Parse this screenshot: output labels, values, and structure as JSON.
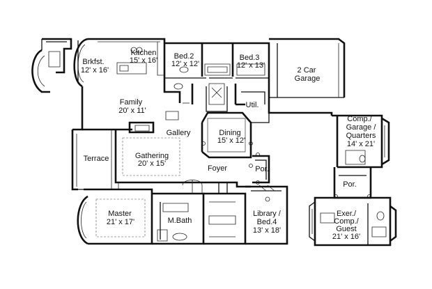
{
  "rooms": {
    "brkfst": {
      "name": "Brkfst.",
      "size": "12' x 16'"
    },
    "kitchen": {
      "name": "Kitchen",
      "size": "15' x 16'"
    },
    "bed2": {
      "name": "Bed.2",
      "size": "12' x 12'"
    },
    "bed3": {
      "name": "Bed.3",
      "size": "12' x 13'"
    },
    "garage": {
      "name": "2 Car",
      "name2": "Garage"
    },
    "family": {
      "name": "Family",
      "size": "20' x 11'"
    },
    "util": {
      "name": "Util."
    },
    "gallery": {
      "name": "Gallery"
    },
    "dining": {
      "name": "Dining",
      "size": "15' x 12'"
    },
    "comp_garage": {
      "line1": "Comp./",
      "line2": "Garage /",
      "line3": "Quarters",
      "size": "14' x 21'"
    },
    "terrace": {
      "name": "Terrace"
    },
    "gathering": {
      "name": "Gathering",
      "size": "20' x 15'"
    },
    "foyer": {
      "name": "Foyer"
    },
    "por1": {
      "name": "Por."
    },
    "por2": {
      "name": "Por."
    },
    "master": {
      "name": "Master",
      "size": "21' x 17'"
    },
    "mbath": {
      "name": "M.Bath"
    },
    "library": {
      "line1": "Library /",
      "line2": "Bed.4",
      "size": "13' x 18'"
    },
    "exer": {
      "line1": "Exer./",
      "line2": "Comp./",
      "line3": "Guest",
      "size": "21' x 16'"
    }
  }
}
